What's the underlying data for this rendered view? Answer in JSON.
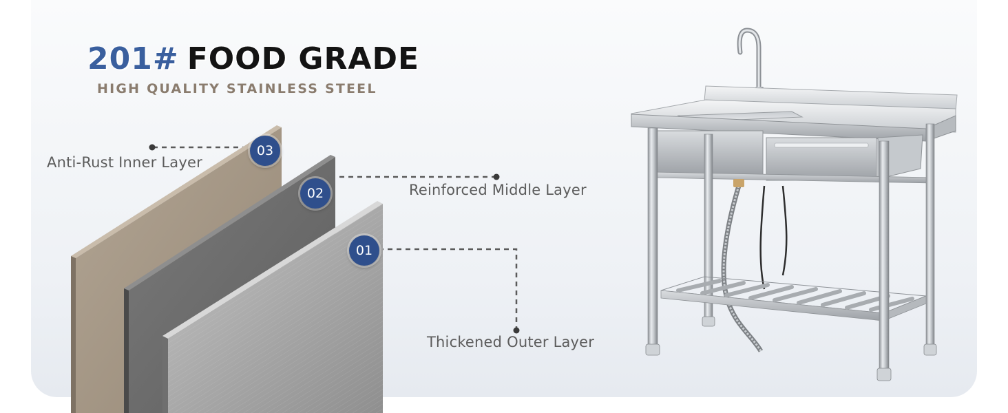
{
  "header": {
    "title_number": "201#",
    "title_main": "FOOD GRADE",
    "subtitle": "HIGH QUALITY STAINLESS STEEL"
  },
  "layers": [
    {
      "number": "03",
      "label": "Anti-Rust Inner Layer"
    },
    {
      "number": "02",
      "label": "Reinforced Middle Layer"
    },
    {
      "number": "01",
      "label": "Thickened Outer Layer"
    }
  ],
  "colors": {
    "accent_blue": "#3a5f9e",
    "badge_blue": "#2f4f8c",
    "subtitle_brown": "#8a7c6e",
    "inner_layer": "#a39584",
    "middle_layer": "#6e6e6e",
    "outer_layer": "#a8a8a8"
  },
  "product_image": "stainless-steel-sink-stand"
}
